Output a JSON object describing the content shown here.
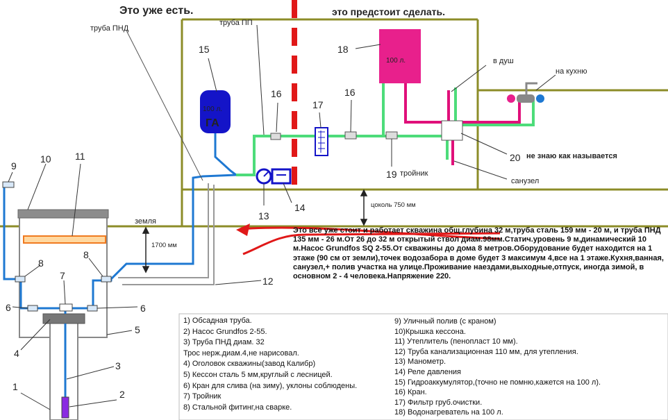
{
  "headers": {
    "existing": "Это уже есть.",
    "todo": "это предстоит сделать."
  },
  "labels": {
    "pipe_pnd": "труба ПНД",
    "pipe_pp": "труба ПП",
    "shower": "в душ",
    "kitchen": "на кухню",
    "unknown": "не знаю как называется",
    "bathroom": "санузел",
    "tee": "тройник",
    "plinth": "цоколь 750 мм",
    "ground": "земля",
    "depth": "1700 мм",
    "accumulator_volume": "100 л.",
    "accumulator_tag": "ГА",
    "heater_volume": "100 л."
  },
  "numbers": {
    "n1": "1",
    "n2": "2",
    "n3": "3",
    "n4": "4",
    "n5": "5",
    "n6a": "6",
    "n6b": "6",
    "n7": "7",
    "n8a": "8",
    "n8b": "8",
    "n9": "9",
    "n10": "10",
    "n11": "11",
    "n12": "12",
    "n13": "13",
    "n14": "14",
    "n15": "15",
    "n16a": "16",
    "n16b": "16",
    "n17": "17",
    "n18": "18",
    "n19": "19",
    "n20": "20"
  },
  "description": "Это все уже стоит и работает скважина общ.глубина 32 м,труба сталь 159 мм - 20 м, и труба ПНД 135 мм - 26 м.От 26 до 32 м открытый ствол диам.98мм.Статич.уровень 9 м,динамический 10 м.Насос Grundfos SQ 2-55.От скважины до дома 8 метров.Оборудование будет находится на 1 этаже (90 см от земли),точек водозабора в доме будет 3 максимум 4,все на 1 этаже.Кухня,ванная, санузел,+ полив участка на улице.Проживание наездами,выходные,отпуск, иногда зимой, в основном 2 - 4 человека.Напряжение 220.",
  "legend_left": [
    "1) Обсадная труба.",
    "2) Насос Grundfos 2-55.",
    "3) Труба ПНД диам. 32",
    "Трос нерж.диам.4,не нарисовал.",
    "4) Оголовок скважины(завод Калибр)",
    "5) Кессон сталь 5 мм,круглый с лесницей.",
    "6) Кран для слива (на зиму), уклоны соблюдены.",
    "7) Тройник",
    "8) Стальной фитинг,на сварке."
  ],
  "legend_right": [
    "9) Уличный полив (с краном)",
    "10)Крышка кессона.",
    "11) Утеплитель (пенопласт 10 мм).",
    "12) Труба канализационная 110 мм, для утепления.",
    "13) Манометр.",
    "14) Реле давления",
    "15) Гидроаккумулятор,(точно не помню,кажется на 100 л).",
    "16) Кран.",
    "17) Фильтр груб.очистки.",
    "18) Водонагреватель на 100 л."
  ],
  "colors": {
    "blue_pipe": "#1e78d2",
    "green_pipe": "#4ddc7a",
    "pink_pipe": "#e0107a",
    "red_divider": "#e01818",
    "olive_wall": "#8c8c28",
    "accumulator": "#1414c8",
    "heater": "#e8208c"
  }
}
